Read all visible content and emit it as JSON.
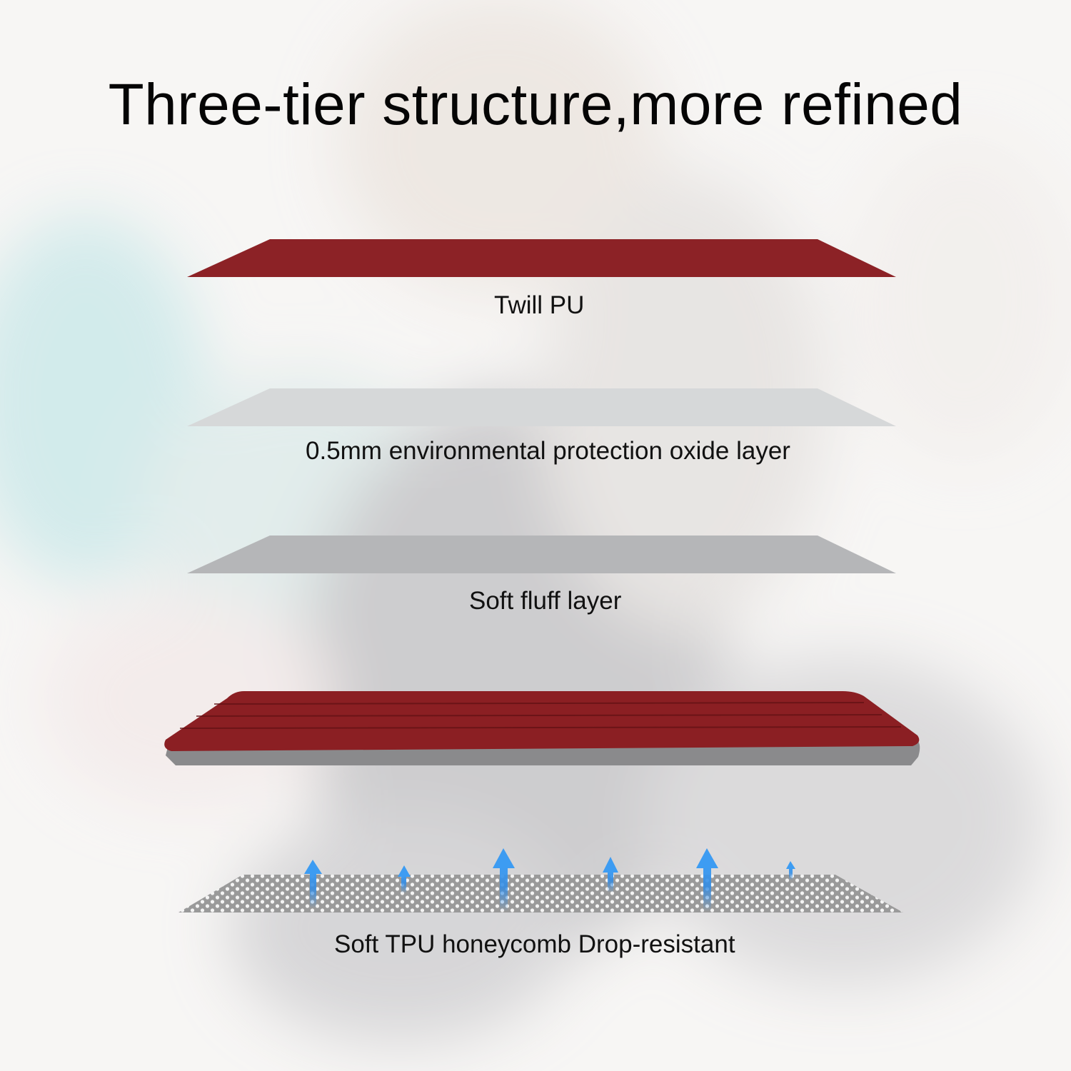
{
  "title": "Three-tier structure,more refined",
  "layers": [
    {
      "label": "Twill PU",
      "color": "#8c2226"
    },
    {
      "label": "0.5mm environmental protection oxide layer",
      "color": "#d6d8d9"
    },
    {
      "label": "Soft fluff layer",
      "color": "#b5b6b8"
    },
    {
      "label": "Soft TPU  honeycomb Drop-resistant",
      "color": "#c8c8c8"
    }
  ],
  "case_colors": {
    "cover": "#8b1f23",
    "shell": "#8a8a8c"
  },
  "arrow_color": "#2f8be6"
}
